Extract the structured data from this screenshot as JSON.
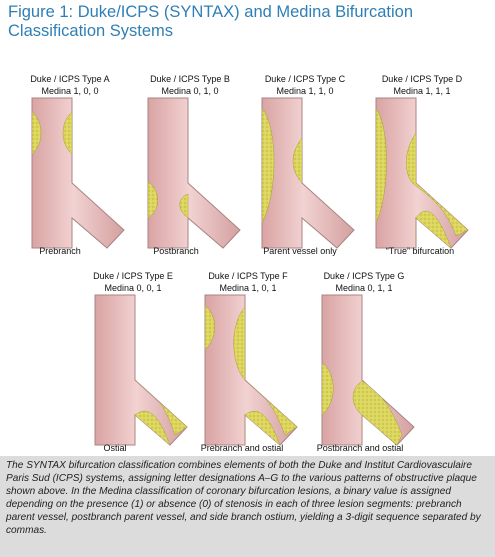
{
  "title": "Figure 1: Duke/ICPS (SYNTAX) and Medina Bifurcation Classification Systems",
  "panels": [
    {
      "duke": "Duke / ICPS Type A",
      "medina": "Medina 1, 0, 0",
      "caption": "Prebranch"
    },
    {
      "duke": "Duke / ICPS Type B",
      "medina": "Medina 0, 1, 0",
      "caption": "Postbranch"
    },
    {
      "duke": "Duke / ICPS Type C",
      "medina": "Medina 1, 1, 0",
      "caption": "Parent vessel only"
    },
    {
      "duke": "Duke / ICPS Type D",
      "medina": "Medina 1, 1, 1",
      "caption": "“True” bifurcation"
    },
    {
      "duke": "Duke / ICPS Type E",
      "medina": "Medina 0, 0, 1",
      "caption": "Ostial"
    },
    {
      "duke": "Duke / ICPS Type F",
      "medina": "Medina 1, 0, 1",
      "caption": "Prebranch and ostial"
    },
    {
      "duke": "Duke / ICPS Type G",
      "medina": "Medina 0, 1, 1",
      "caption": "Postbranch and ostial"
    }
  ],
  "footer": "The SYNTAX bifurcation classification combines elements of both the Duke and Institut Cardiovasculaire Paris Sud (ICPS) systems, assigning letter designations A–G to the various patterns of obstructive plaque shown above. In the Medina classification of coronary bifurcation lesions, a binary value is assigned depending on the presence (1) or absence (0) of stenosis in each of three lesion segments: prebranch parent vessel, postbranch parent vessel, and side branch ostium, yielding a 3-digit sequence separated by commas.",
  "colors": {
    "title": "#2f7fb5",
    "vessel": "#e7b7b7",
    "vessel_edge": "#a98484",
    "plaque": "#dcd65c",
    "footer_bg": "#dcdcdc"
  }
}
